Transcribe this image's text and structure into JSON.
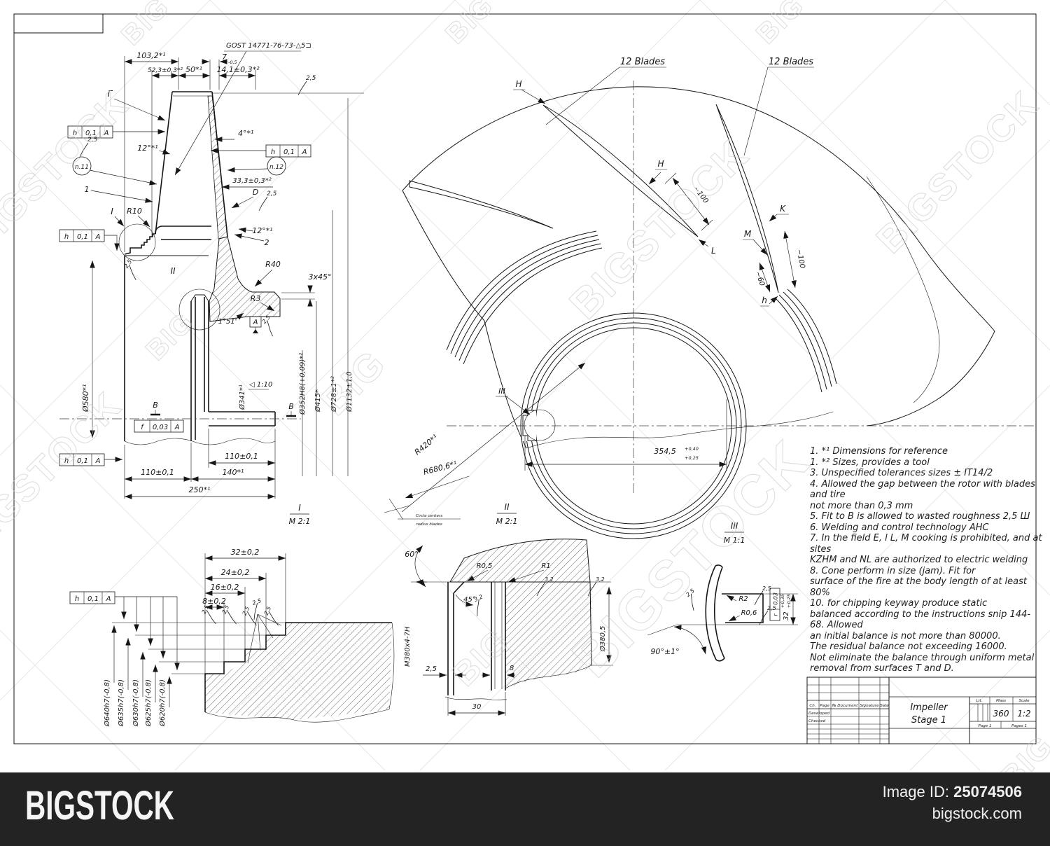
{
  "meta": {
    "bg": "#ffffff",
    "ink": "#161616",
    "watermark_gray": "#c9c9c9"
  },
  "watermark": {
    "brand": "BIGSTOCK",
    "short": "BIG"
  },
  "footer": {
    "logo": "BIGSTOCK",
    "image_id_label": "Image ID:",
    "image_id": "25074506",
    "site": "bigstock.com",
    "bg": "#232323"
  },
  "common": {
    "rough_25": "2,5",
    "rough_32": "3,2"
  },
  "gdt": {
    "h": {
      "sym": "h",
      "tol": "0,1",
      "datum": "A"
    },
    "f": {
      "sym": "f",
      "tol": "0,03",
      "datum": "A"
    },
    "r": {
      "sym": "r",
      "tol": "0,03"
    }
  },
  "left_view": {
    "gost": "GOST 14771-76-73-△5⊐",
    "dim_103_2": "103,2*¹",
    "dim_52_3": "52,3±0,3*²",
    "dim_50": "50*¹",
    "dim_7": "7",
    "dim_7_tol": "-0,5",
    "dim_14_1": "14,1±0,3*²",
    "label_g": "Г",
    "dim_12_top": "12°*¹",
    "dim_12_right": "12°*¹",
    "dim_4": "4°*¹",
    "n11": "n.11",
    "n12": "n.12",
    "pos_1": "1",
    "pos_2": "2",
    "dim_33_3": "33,3±0,3*²",
    "label_d": "D",
    "label_i": "I",
    "r10": "R10",
    "r40": "R40",
    "r3": "R3",
    "chamfer": "3x45°",
    "taper_angle": "1°51'",
    "datum_a": "A",
    "label_ii": "II",
    "label_b_left": "B",
    "label_b_right": "B",
    "dia_580": "Ø580*¹",
    "dia_341": "Ø341*¹",
    "taper": "◁ 1:10",
    "dia_352": "Ø352H8(+0,09)*²",
    "dia_415": "Ø415*",
    "dia_728": "Ø728±1*²",
    "dia_1132": "Ø1132±1,0",
    "dim_110_l": "110±0,1",
    "dim_110_r": "110±0,1",
    "dim_140": "140*¹",
    "dim_250": "250*¹",
    "callout_label": "I",
    "callout_scale": "M 2:1"
  },
  "right_view": {
    "blades_l": "12 Blades",
    "blades_r": "12 Blades",
    "label_h_top": "H",
    "label_h_mid": "H",
    "label_l": "L",
    "label_k": "K",
    "label_m": "M",
    "label_h_small": "h",
    "dim_100_left": "~100",
    "dim_100_right": "~100",
    "dim_60": "~60",
    "r420": "R420*¹",
    "r680": "R680,6*¹",
    "dim_354": "354,5",
    "dim_354_up": "+0,40",
    "dim_354_lo": "+0,25",
    "label_iii": "III",
    "note_line_1": "Circle centers",
    "note_line_2": "radius blades"
  },
  "step_detail": {
    "dim_32": "32±0,2",
    "dim_24": "24±0,2",
    "dim_16": "16±0,2",
    "dim_8": "8±0,2",
    "dia": [
      "Ø640h7(-0,8)",
      "Ø635h7(-0,8)",
      "Ø630h7(-0,8)",
      "Ø625h7(-0,8)",
      "Ø620h7(-0,8)"
    ]
  },
  "detail_ii": {
    "callout_label": "II",
    "callout_scale": "M 2:1",
    "angle_60": "60°",
    "r_05": "R0,5",
    "r_1": "R1",
    "angle_45": "45°",
    "thread": "M380x4-7H",
    "dim_wall": "2,5",
    "dim_8": "8",
    "dim_30": "30",
    "dia_380": "Ø380,5"
  },
  "detail_iii": {
    "callout_label": "III",
    "callout_scale": "M 1:1",
    "r_2": "R2",
    "r_06": "R0,6",
    "dim_32": "32",
    "dim_32_up": "+0,35",
    "dim_32_lo": "+0,25",
    "angle_90": "90°±1°"
  },
  "notes": {
    "lines": [
      "1.  *¹ Dimensions for reference",
      "1.  *² Sizes, provides a tool",
      "3. Unspecified tolerances sizes ± IT14/2",
      "4. Allowed the gap between the rotor with blades and tire",
      "not more than 0,3 mm",
      "5. Fit to B is allowed to wasted roughness 2,5   Ш",
      "6. Welding and control technology AHC",
      "7. In the field E, l L, M cooking is prohibited, and at sites",
      "KZHM and NL are authorized to electric welding",
      "8. Cone perform in size (jam). Fit for",
      "surface of the fire at the body length of at least 80%",
      "10. for chipping keyway produce static",
      "balanced according to the instructions snip 144-68. Allowed",
      "an initial balance is not more than 80000.",
      "The residual balance not exceeding 16000.",
      "Not eliminate the balance through uniform metal",
      "removal from surfaces T and D."
    ]
  },
  "title_block": {
    "col_ch": "Ch.",
    "col_page": "Page",
    "col_doc": "№ Document",
    "col_sig": "Signature",
    "col_date": "Date",
    "row_developed": "Developed",
    "row_checked": "Checked",
    "part_name_1": "Impeller",
    "part_name_2": "Stage 1",
    "lit_label": "Lit.",
    "mass_label": "Mass",
    "scale_label": "Scale",
    "mass_value": "360",
    "scale_value": "1:2",
    "page": "Page 1",
    "pages": "Pages 1"
  }
}
